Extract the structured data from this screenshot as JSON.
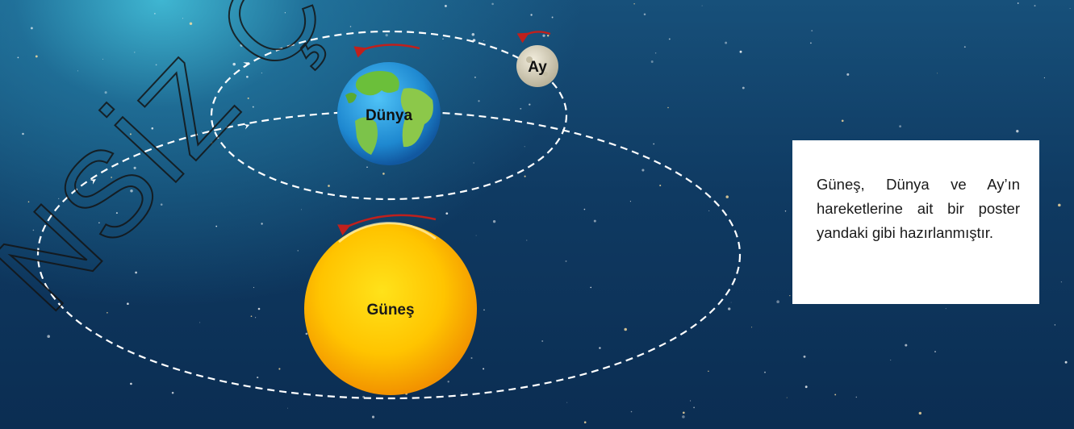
{
  "labels": {
    "earth": "Dünya",
    "moon": "Ay",
    "sun": "Güneş"
  },
  "caption": "Güneş, Dünya ve Ay’ın hareketlerine ait bir poster yandaki gibi hazırlanmıştır.",
  "watermark": "NSİZ ÇOĞAL",
  "colors": {
    "sky": "#0f3a62",
    "sun": "#ffb300",
    "earth_ocean": "#1e90d6",
    "earth_land": "#6bbf3a",
    "moon": "#d9d3bf",
    "orbit": "#ffffff",
    "rotation_arrow": "#c0201c"
  }
}
